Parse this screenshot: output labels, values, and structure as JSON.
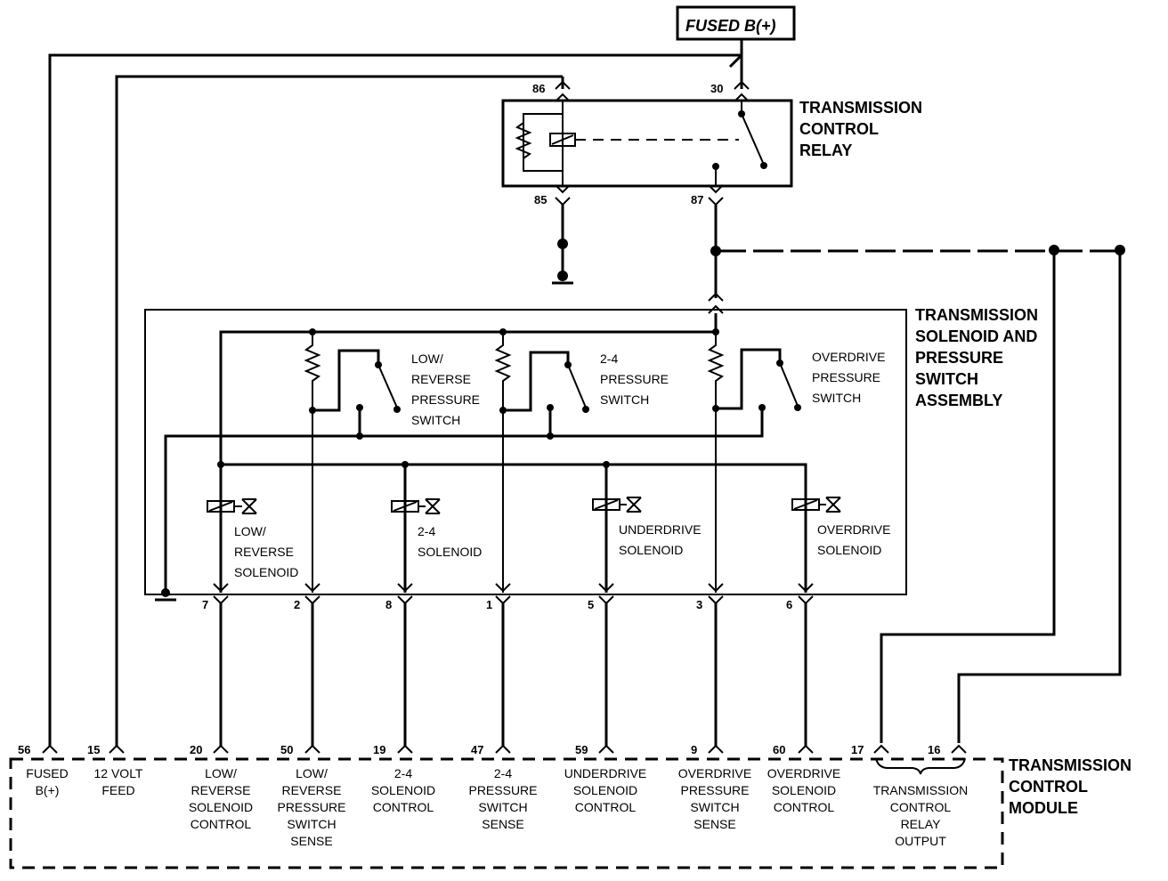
{
  "fused_label": "FUSED B(+)",
  "relay": {
    "title_lines": [
      "TRANSMISSION",
      "CONTROL",
      "RELAY"
    ],
    "pin_86": "86",
    "pin_30": "30",
    "pin_85": "85",
    "pin_87": "87"
  },
  "assembly": {
    "title_lines": [
      "TRANSMISSION",
      "SOLENOID AND",
      "PRESSURE",
      "SWITCH",
      "ASSEMBLY"
    ],
    "switches": [
      {
        "lines": [
          "LOW/",
          "REVERSE",
          "PRESSURE",
          "SWITCH"
        ]
      },
      {
        "lines": [
          "2-4",
          "PRESSURE",
          "SWITCH"
        ]
      },
      {
        "lines": [
          "OVERDRIVE",
          "PRESSURE",
          "SWITCH"
        ]
      }
    ],
    "solenoids": [
      {
        "lines": [
          "LOW/",
          "REVERSE",
          "SOLENOID"
        ]
      },
      {
        "lines": [
          "2-4",
          "SOLENOID"
        ]
      },
      {
        "lines": [
          "UNDERDRIVE",
          "SOLENOID"
        ]
      },
      {
        "lines": [
          "OVERDRIVE",
          "SOLENOID"
        ]
      }
    ],
    "connector_pins": [
      "7",
      "2",
      "8",
      "1",
      "5",
      "3",
      "6"
    ]
  },
  "tcm": {
    "title_lines": [
      "TRANSMISSION",
      "CONTROL",
      "MODULE"
    ],
    "terminals": [
      {
        "pin": "56",
        "lines": [
          "FUSED",
          "B(+)"
        ]
      },
      {
        "pin": "15",
        "lines": [
          "12 VOLT",
          "FEED"
        ]
      },
      {
        "pin": "20",
        "lines": [
          "LOW/",
          "REVERSE",
          "SOLENOID",
          "CONTROL"
        ]
      },
      {
        "pin": "50",
        "lines": [
          "LOW/",
          "REVERSE",
          "PRESSURE",
          "SWITCH",
          "SENSE"
        ]
      },
      {
        "pin": "19",
        "lines": [
          "2-4",
          "SOLENOID",
          "CONTROL"
        ]
      },
      {
        "pin": "47",
        "lines": [
          "2-4",
          "PRESSURE",
          "SWITCH",
          "SENSE"
        ]
      },
      {
        "pin": "59",
        "lines": [
          "UNDERDRIVE",
          "SOLENOID",
          "CONTROL"
        ]
      },
      {
        "pin": "9",
        "lines": [
          "OVERDRIVE",
          "PRESSURE",
          "SWITCH",
          "SENSE"
        ]
      },
      {
        "pin": "60",
        "lines": [
          "OVERDRIVE",
          "SOLENOID",
          "CONTROL"
        ]
      },
      {
        "pin": "17",
        "lines": []
      },
      {
        "pin": "16",
        "lines": []
      }
    ],
    "relay_output_lines": [
      "TRANSMISSION",
      "CONTROL",
      "RELAY",
      "OUTPUT"
    ]
  }
}
